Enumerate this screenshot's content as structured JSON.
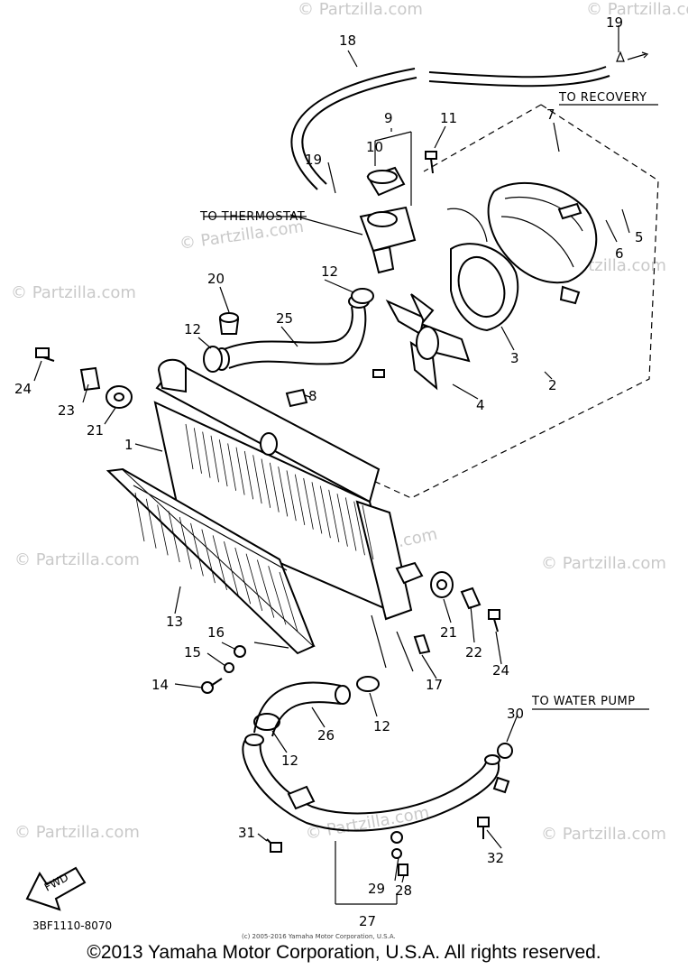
{
  "diagram": {
    "labels": {
      "to_recovery": "TO RECOVERY",
      "to_thermostat": "TO THERMOSTAT",
      "to_water_pump": "TO WATER PUMP",
      "fwd": "FWD",
      "code": "3BF1110-8070",
      "small_copyright": "(c) 2005-2016 Yamaha Motor Corporation, U.S.A.",
      "watermark": "© Partzilla.com"
    },
    "callouts": {
      "n1": "1",
      "n2": "2",
      "n3": "3",
      "n4": "4",
      "n5": "5",
      "n6": "6",
      "n7": "7",
      "n8": "8",
      "n9": "9",
      "n10": "10",
      "n11": "11",
      "n12a": "12",
      "n12b": "12",
      "n12c": "12",
      "n12d": "12",
      "n13": "13",
      "n14": "14",
      "n15": "15",
      "n16": "16",
      "n17": "17",
      "n18": "18",
      "n19a": "19",
      "n19b": "19",
      "n20": "20",
      "n21a": "21",
      "n21b": "21",
      "n22": "22",
      "n23": "23",
      "n24a": "24",
      "n24b": "24",
      "n25": "25",
      "n26": "26",
      "n27": "27",
      "n28": "28",
      "n29": "29",
      "n30": "30",
      "n31": "31",
      "n32": "32"
    }
  },
  "footer": {
    "copyright": "©2013 Yamaha Motor Corporation, U.S.A. All rights reserved."
  }
}
